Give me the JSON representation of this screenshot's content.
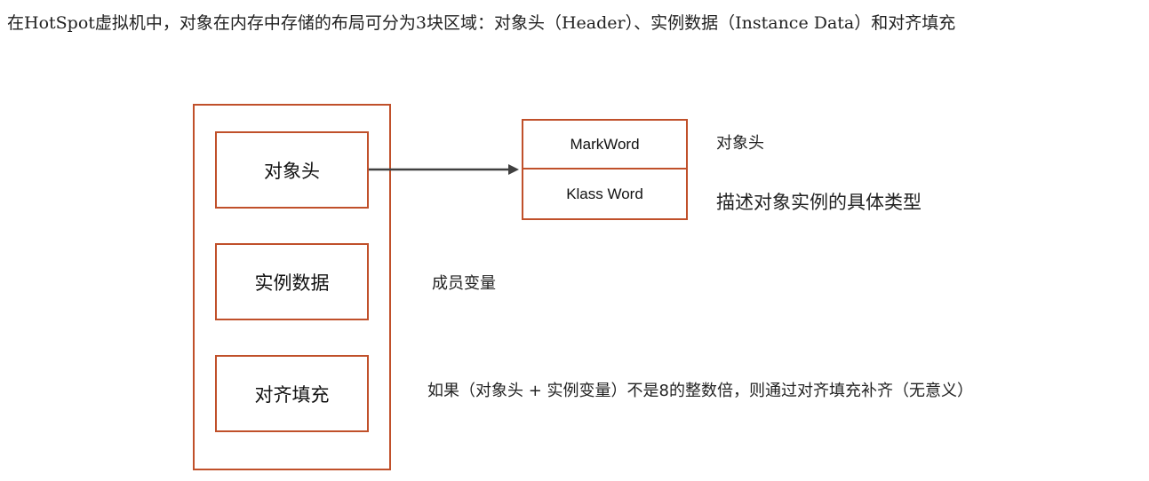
{
  "intro": {
    "text": "在HotSpot虚拟机中，对象在内存中存储的布局可分为3块区域：对象头（Header）、实例数据（Instance Data）和对齐填充"
  },
  "layout_boxes": {
    "header": "对象头",
    "instance_data": "实例数据",
    "padding": "对齐填充"
  },
  "header_detail": {
    "mark_word": "MarkWord",
    "klass_word": "Klass Word"
  },
  "notes": {
    "header": "对象头",
    "klass": "描述对象实例的具体类型",
    "instance": "成员变量",
    "padding": "如果（对象头 + 实例变量）不是8的整数倍，则通过对齐填充补齐（无意义）"
  },
  "colors": {
    "box_border": "#c0502a",
    "arrow": "#404040"
  }
}
